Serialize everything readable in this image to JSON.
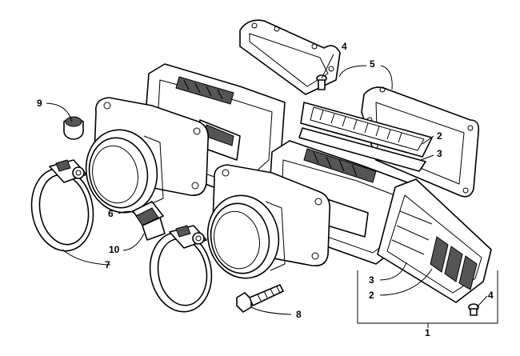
{
  "diagram": {
    "callouts": [
      {
        "id": "c1",
        "text": "1"
      },
      {
        "id": "c2a",
        "text": "2"
      },
      {
        "id": "c2b",
        "text": "2"
      },
      {
        "id": "c3a",
        "text": "3"
      },
      {
        "id": "c3b",
        "text": "3"
      },
      {
        "id": "c4a",
        "text": "4"
      },
      {
        "id": "c4b",
        "text": "4"
      },
      {
        "id": "c5",
        "text": "5"
      },
      {
        "id": "c6",
        "text": "6"
      },
      {
        "id": "c7",
        "text": "7"
      },
      {
        "id": "c8",
        "text": "8"
      },
      {
        "id": "c9",
        "text": "9"
      },
      {
        "id": "c10",
        "text": "10"
      }
    ]
  }
}
